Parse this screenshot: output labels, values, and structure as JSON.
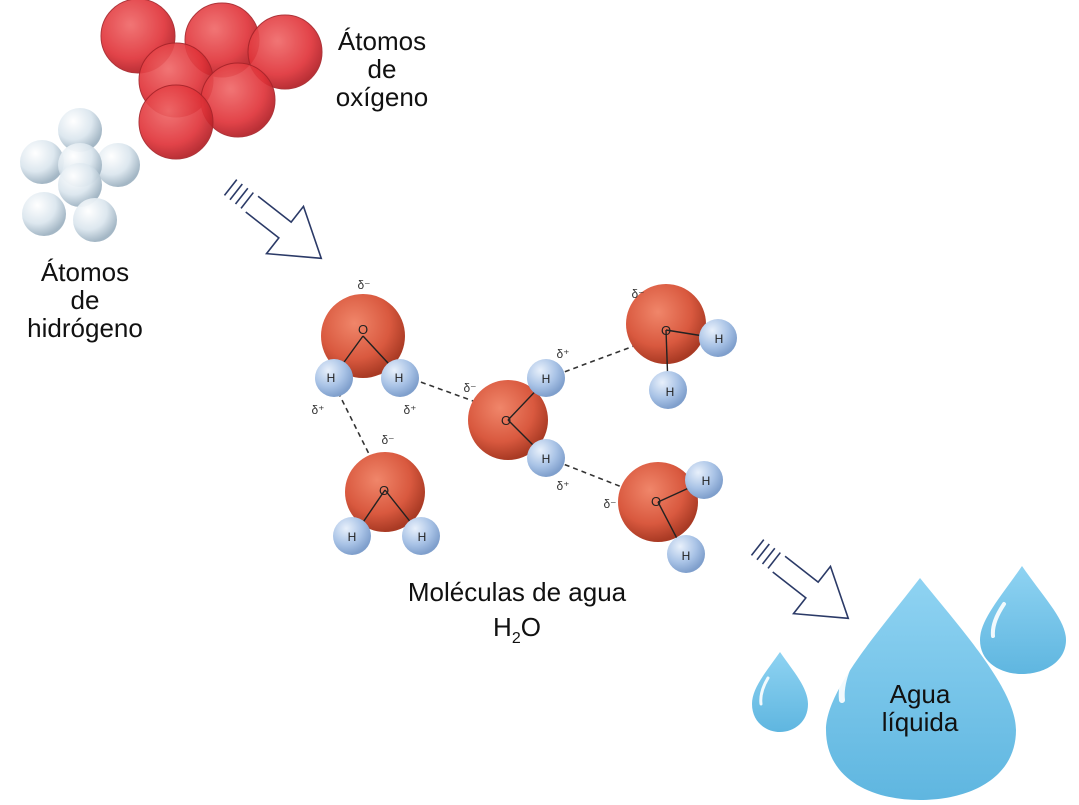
{
  "labels": {
    "oxygen": [
      "Átomos",
      "de",
      "oxígeno"
    ],
    "hydrogen": [
      "Átomos",
      "de",
      "hidrógeno"
    ],
    "molecules": "Moléculas de agua",
    "formula": {
      "h": "H",
      "sub": "2",
      "o": "O"
    },
    "liquid": [
      "Agua",
      "líquida"
    ]
  },
  "symbols": {
    "oxygen": "O",
    "hydrogen": "H",
    "delta_minus": "δ⁻",
    "delta_plus": "δ⁺"
  },
  "colors": {
    "oxygen_atom": "#e0343a",
    "hydrogen_atom": "#d6e2ea",
    "molecule_oxygen": "#d9593f",
    "molecule_hydrogen": "#a9c3e6",
    "water_drop": "#7dc7ea",
    "arrow_stroke": "#2b3a67"
  }
}
